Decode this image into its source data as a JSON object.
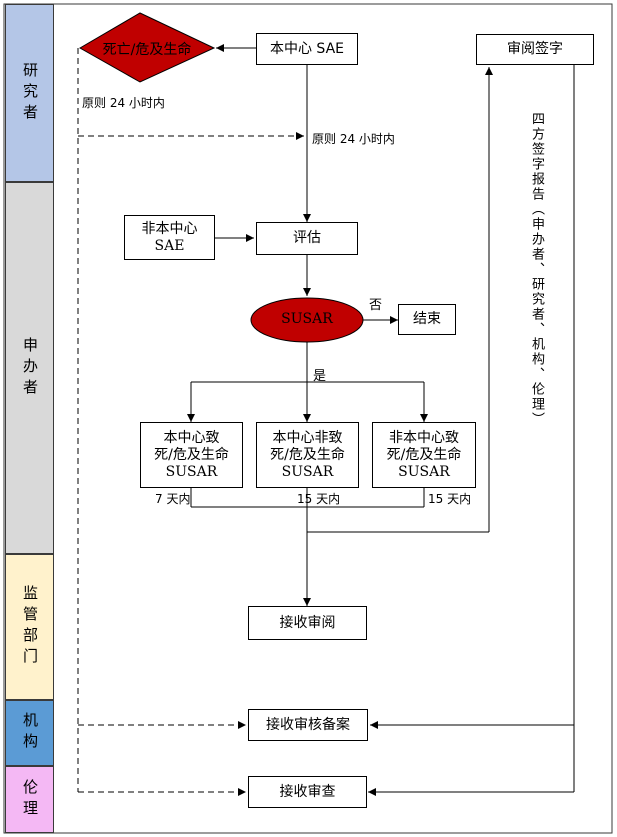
{
  "lanes": {
    "researcher": "研究者",
    "sponsor": "申办者",
    "regulator": "监管部门",
    "institution": "机构",
    "ethics": "伦理"
  },
  "nodes": {
    "death_diamond": "死亡/危及生命",
    "this_center_sae": "本中心 SAE",
    "review_sign": "审阅签字",
    "non_center_sae_line1": "非本中心",
    "non_center_sae_line2": "SAE",
    "evaluate": "评估",
    "susar": "SUSAR",
    "end": "结束",
    "box1_line1": "本中心致",
    "box1_line2": "死/危及生命",
    "box1_line3": "SUSAR",
    "box2_line1": "本中心非致",
    "box2_line2": "死/危及生命",
    "box2_line3": "SUSAR",
    "box3_line1": "非本中心致",
    "box3_line2": "死/危及生命",
    "box3_line3": "SUSAR",
    "receive_review": "接收审阅",
    "receive_audit_file": "接收审核备案",
    "receive_examine": "接收审查"
  },
  "labels": {
    "within24_left": "原则 24 小时内",
    "within24_right": "原则 24 小时内",
    "no": "否",
    "yes": "是",
    "days7": "7 天内",
    "days15_mid": "15 天内",
    "days15_right": "15 天内",
    "four_party": "四方签字报告（申办者、研究者、机构、伦理）"
  },
  "colors": {
    "researcher_lane": "#b4c6e7",
    "sponsor_lane": "#d9d9d9",
    "regulator_lane": "#fff2cc",
    "institution_lane": "#5b9bd5",
    "ethics_lane": "#f4b8f4",
    "red_shape": "#c00000"
  }
}
